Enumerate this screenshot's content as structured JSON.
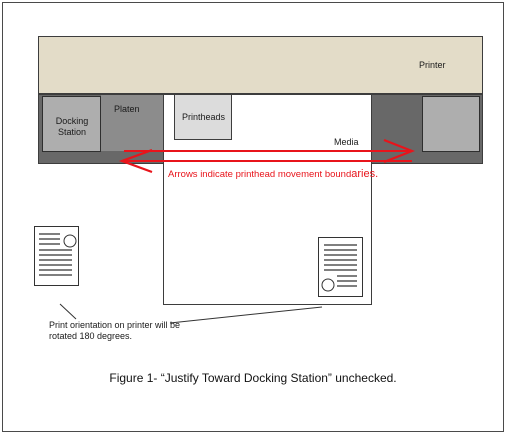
{
  "labels": {
    "printer": "Printer",
    "platen": "Platen",
    "docking_station": "Docking Station",
    "printheads": "Printheads",
    "media": "Media",
    "arrow_note_main": "Arrows indicate printhead movement bound",
    "arrow_note_tail": "aries.",
    "orientation_note": "Print orientation on printer will be rotated 180 degrees."
  },
  "caption": "Figure 1-  “Justify Toward Docking Station” unchecked.",
  "colors": {
    "arrow": "#e8141b",
    "printer_body": "#e3dcc8",
    "platen": "#686868",
    "docking_station": "#aeaeae"
  },
  "icons": [
    "left-right-double-arrow",
    "document-icon",
    "document-icon-rotated"
  ]
}
